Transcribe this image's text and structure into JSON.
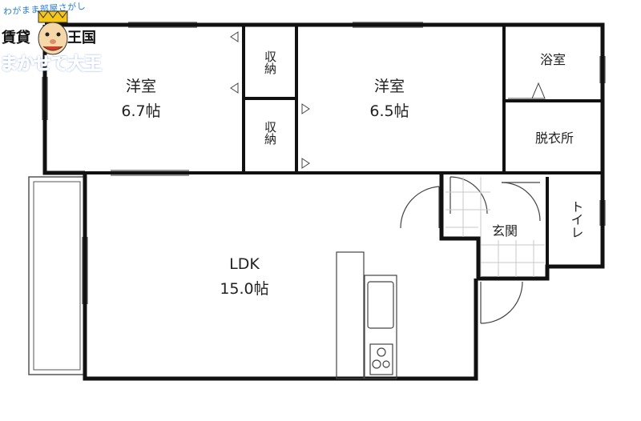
{
  "logo": {
    "arc_text": "わがまま部屋さがし",
    "left_text": "賃貸",
    "right_text": "王国",
    "main_text": "まかせて大王",
    "colors": {
      "blue": "#1e4fc0",
      "yellow": "#f5c518",
      "red": "#d83a2a"
    }
  },
  "rooms": {
    "western_left": {
      "name": "洋室",
      "size": "6.7帖"
    },
    "closet_top": {
      "name": "収納"
    },
    "closet_bottom": {
      "name": "収納"
    },
    "western_right": {
      "name": "洋室",
      "size": "6.5帖"
    },
    "bath": {
      "name": "浴室"
    },
    "dressing": {
      "name": "脱衣所"
    },
    "toilet": {
      "name": "トイレ"
    },
    "entrance": {
      "name": "玄関"
    },
    "ldk": {
      "name": "LDK",
      "size": "15.0帖"
    }
  },
  "colors": {
    "wall": "#111111",
    "line": "#555555",
    "tile": "#c8c8c8"
  }
}
